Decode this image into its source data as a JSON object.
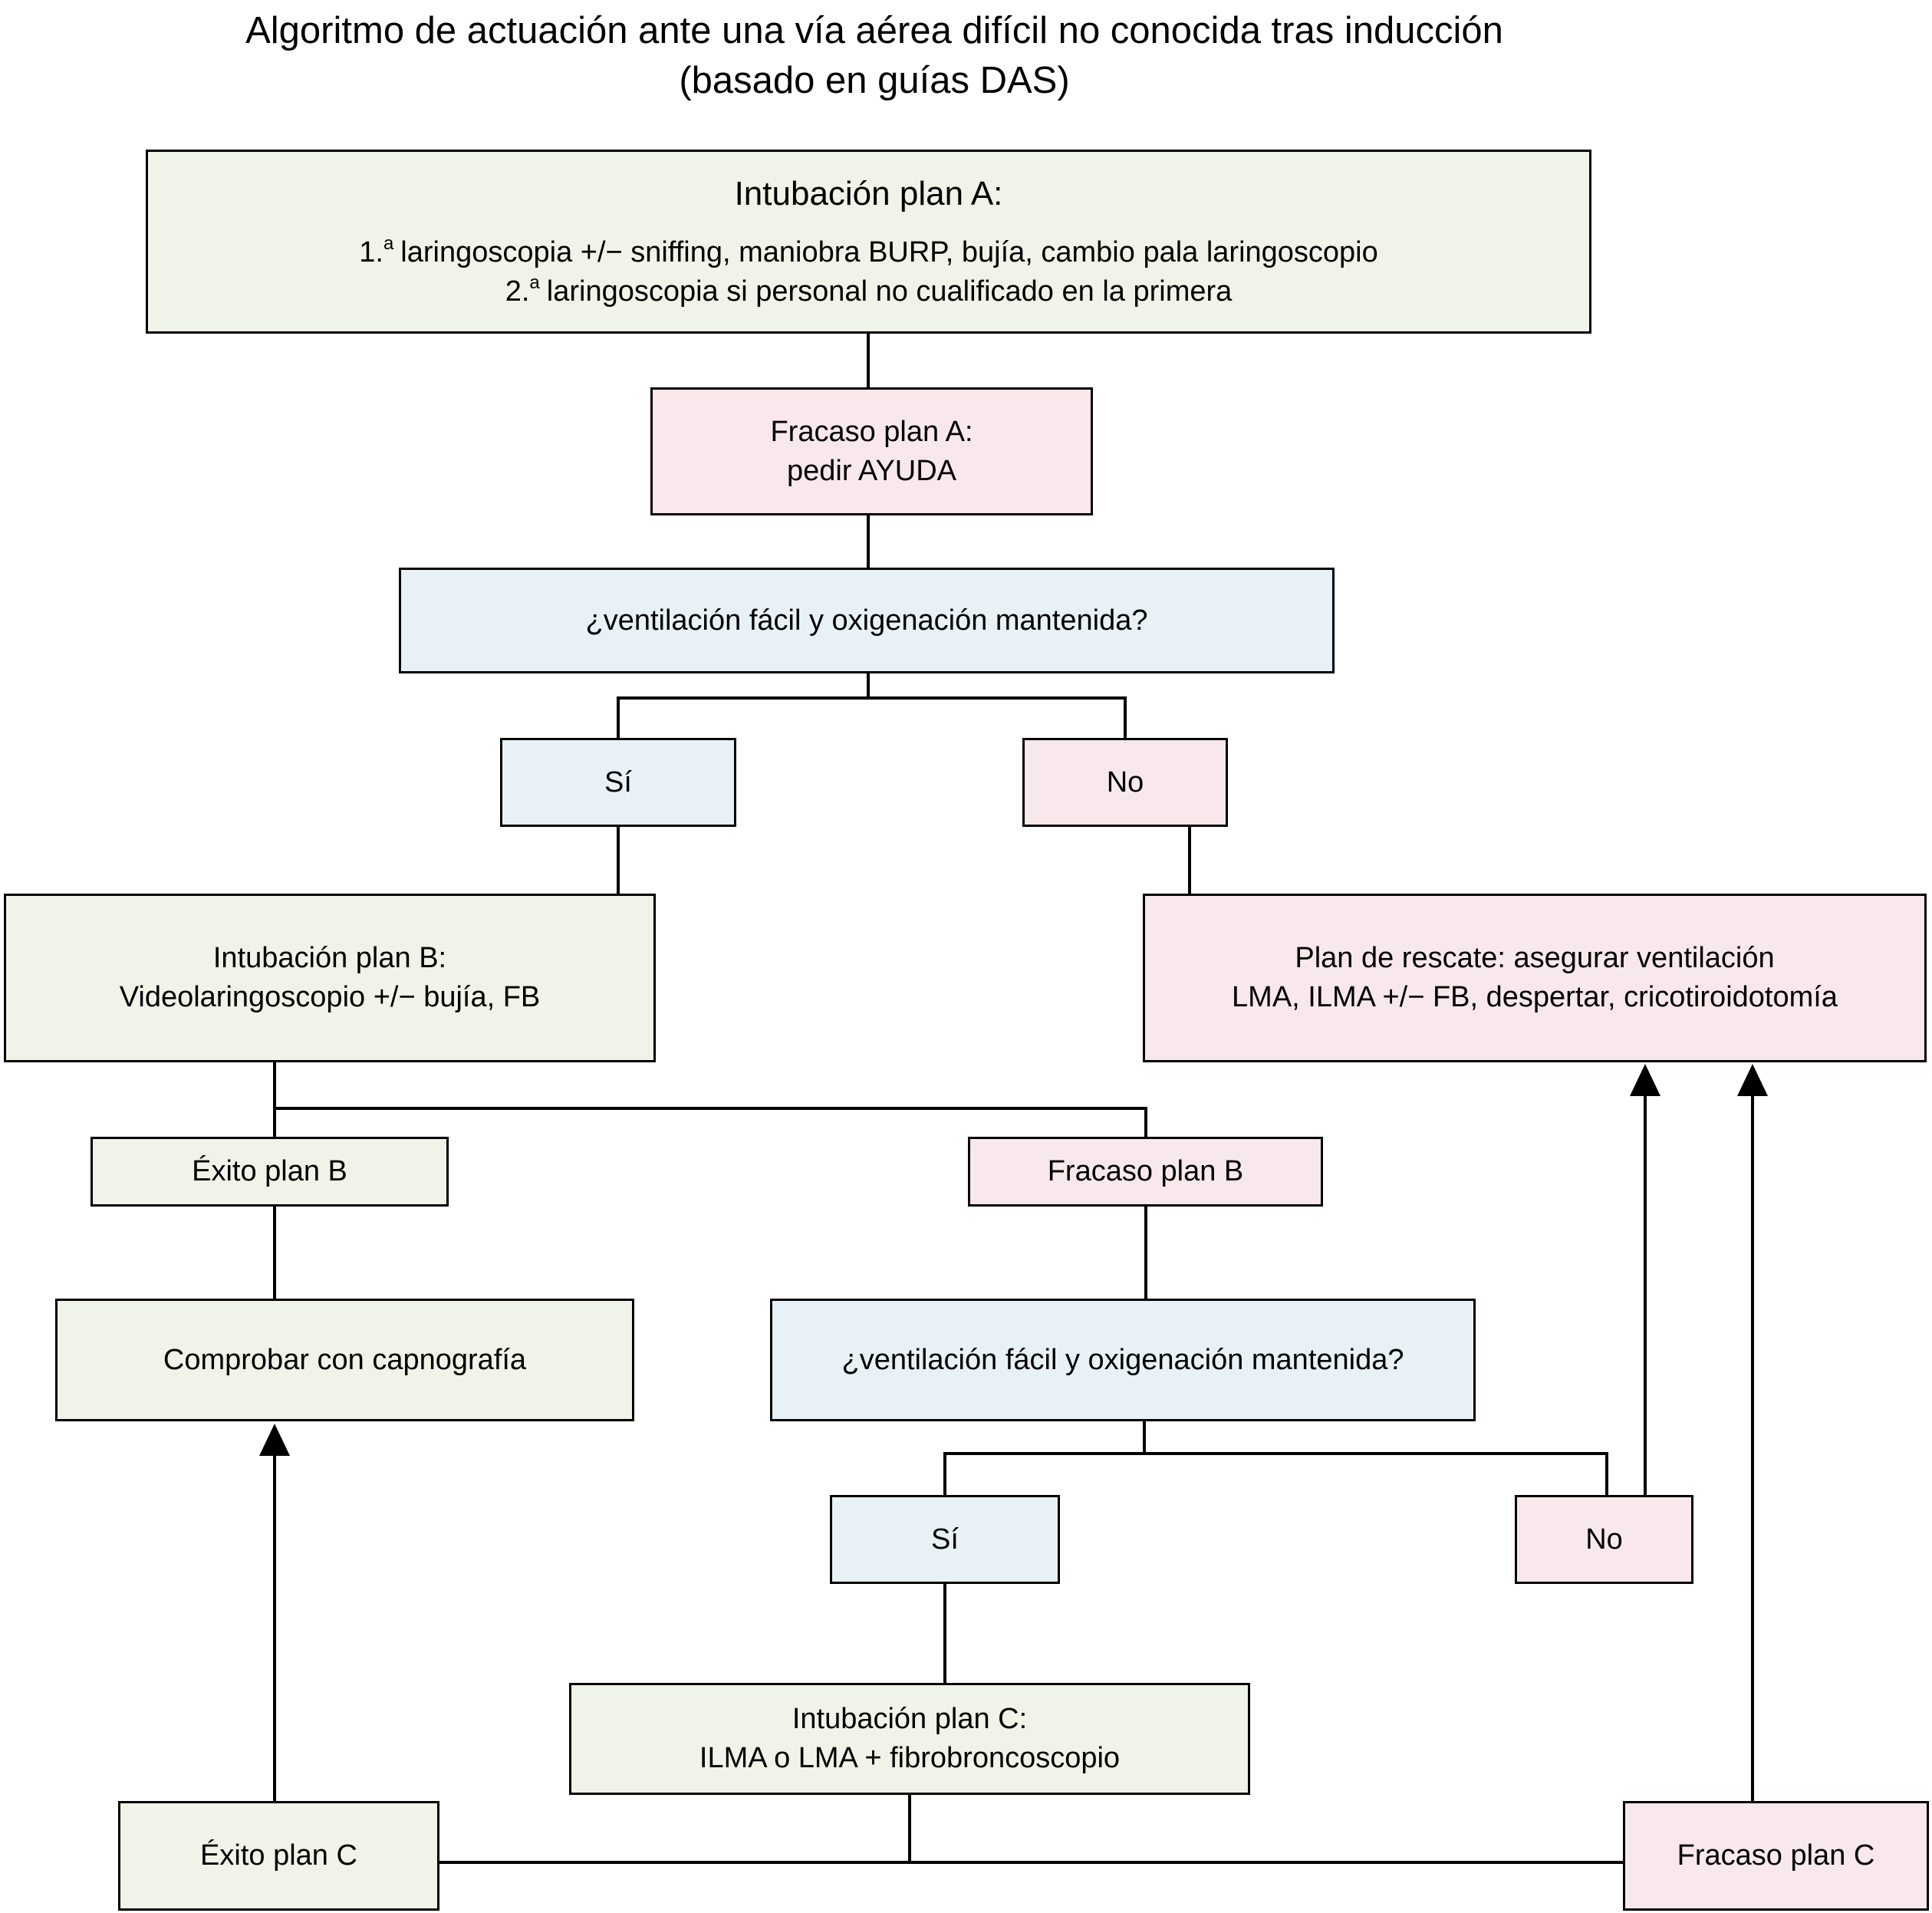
{
  "title": {
    "line1": "Algoritmo de actuación ante una vía aérea difícil no conocida tras inducción",
    "line2": "(basado en guías DAS)"
  },
  "colors": {
    "green_fill": "#f0f3e7",
    "pink_fill": "#f8e8ec",
    "blue_fill": "#e8f1f6",
    "line_color": "#000000"
  },
  "nodes": {
    "plan_a": {
      "heading": "Intubación plan A:",
      "line1_num": "1.",
      "line1_sup": "a",
      "line1_text": "laringoscopia +/− sniffing, maniobra BURP, bujía, cambio pala laringoscopio",
      "line2_num": "2.",
      "line2_sup": "a",
      "line2_text": "laringoscopia si personal no cualificado en la primera"
    },
    "fracaso_a": {
      "line1": "Fracaso plan A:",
      "line2": "pedir AYUDA"
    },
    "question_1": {
      "label": "¿ventilación fácil y oxigenación mantenida?"
    },
    "yes_1": {
      "label": "Sí"
    },
    "no_1": {
      "label": "No"
    },
    "plan_b": {
      "line1": "Intubación plan B:",
      "line2": "Videolaringoscopio +/− bujía, FB"
    },
    "rescate": {
      "line1": "Plan de rescate: asegurar ventilación",
      "line2": "LMA, ILMA +/− FB, despertar, cricotiroidotomía"
    },
    "exito_b": {
      "label": "Éxito plan B"
    },
    "fracaso_b": {
      "label": "Fracaso plan B"
    },
    "comprobar": {
      "label": "Comprobar con capnografía"
    },
    "question_2": {
      "label": "¿ventilación fácil y oxigenación mantenida?"
    },
    "yes_2": {
      "label": "Sí"
    },
    "no_2": {
      "label": "No"
    },
    "plan_c": {
      "line1": "Intubación plan C:",
      "line2": "ILMA o LMA + fibrobroncoscopio"
    },
    "exito_c": {
      "label": "Éxito plan C"
    },
    "fracaso_c": {
      "label": "Fracaso plan C"
    }
  }
}
